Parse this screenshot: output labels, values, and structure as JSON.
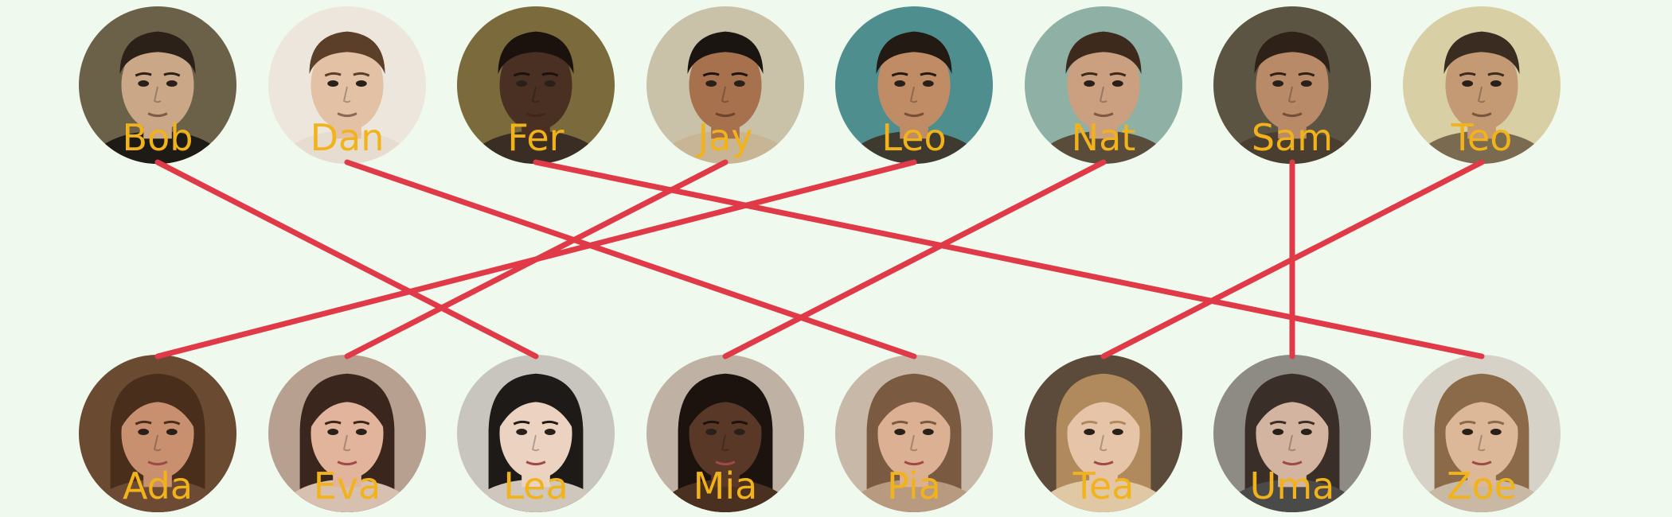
{
  "colors": {
    "background": "#f0f9ee",
    "connector": "#e03a48",
    "label": "#f2b31a"
  },
  "top_row": [
    {
      "id": "bob",
      "name": "Bob",
      "skin": "#c9a787",
      "hair": "#2b2119",
      "bg": "#6b6048",
      "shirt": "#1e1a16"
    },
    {
      "id": "dan",
      "name": "Dan",
      "skin": "#e3c1a4",
      "hair": "#5c3f29",
      "bg": "#ece6dc",
      "shirt": "#e6dcd0"
    },
    {
      "id": "fer",
      "name": "Fer",
      "skin": "#4a3023",
      "hair": "#1b120e",
      "bg": "#7a6a3c",
      "shirt": "#3a2e24"
    },
    {
      "id": "jay",
      "name": "Jay",
      "skin": "#a8714e",
      "hair": "#1b1512",
      "bg": "#c9c2a8",
      "shirt": "#c8b596"
    },
    {
      "id": "leo",
      "name": "Leo",
      "skin": "#bf8c66",
      "hair": "#231a14",
      "bg": "#4f8e8e",
      "shirt": "#3e3a30"
    },
    {
      "id": "nat",
      "name": "Nat",
      "skin": "#caa080",
      "hair": "#3d2a1c",
      "bg": "#8fb0a4",
      "shirt": "#5a4c3a"
    },
    {
      "id": "sam",
      "name": "Sam",
      "skin": "#b88a68",
      "hair": "#2e2218",
      "bg": "#5c5442",
      "shirt": "#4a3e30"
    },
    {
      "id": "teo",
      "name": "Teo",
      "skin": "#c49a74",
      "hair": "#3a2c20",
      "bg": "#d8cfa4",
      "shirt": "#7a6a50"
    }
  ],
  "bottom_row": [
    {
      "id": "ada",
      "name": "Ada",
      "skin": "#c99070",
      "hair": "#4a2e1c",
      "bg": "#6a4a30",
      "shirt": "#6c4a34"
    },
    {
      "id": "eva",
      "name": "Eva",
      "skin": "#e2b49c",
      "hair": "#3a261c",
      "bg": "#b8a090",
      "shirt": "#d8c0b0"
    },
    {
      "id": "lea",
      "name": "Lea",
      "skin": "#ecd2c0",
      "hair": "#1e1a18",
      "bg": "#c8c4be",
      "shirt": "#cfc6bc"
    },
    {
      "id": "mia",
      "name": "Mia",
      "skin": "#5a3828",
      "hair": "#1c120e",
      "bg": "#bfb2a4",
      "shirt": "#4a3020"
    },
    {
      "id": "pia",
      "name": "Pia",
      "skin": "#dcb092",
      "hair": "#7a5a40",
      "bg": "#c8b8a8",
      "shirt": "#b89a80"
    },
    {
      "id": "tea",
      "name": "Tea",
      "skin": "#e6c4a8",
      "hair": "#b08a5c",
      "bg": "#5c4a3a",
      "shirt": "#e0c8a4"
    },
    {
      "id": "uma",
      "name": "Uma",
      "skin": "#d2b4a0",
      "hair": "#3a2e28",
      "bg": "#8e8a84",
      "shirt": "#4a4a48"
    },
    {
      "id": "zoe",
      "name": "Zoe",
      "skin": "#dcb898",
      "hair": "#8a6a48",
      "bg": "#d6d2c8",
      "shirt": "#c8b8a4"
    }
  ],
  "connections": [
    {
      "from": "Bob",
      "to": "Lea"
    },
    {
      "from": "Dan",
      "to": "Pia"
    },
    {
      "from": "Fer",
      "to": "Zoe"
    },
    {
      "from": "Jay",
      "to": "Eva"
    },
    {
      "from": "Leo",
      "to": "Ada"
    },
    {
      "from": "Nat",
      "to": "Mia"
    },
    {
      "from": "Sam",
      "to": "Uma"
    },
    {
      "from": "Teo",
      "to": "Tea"
    }
  ]
}
